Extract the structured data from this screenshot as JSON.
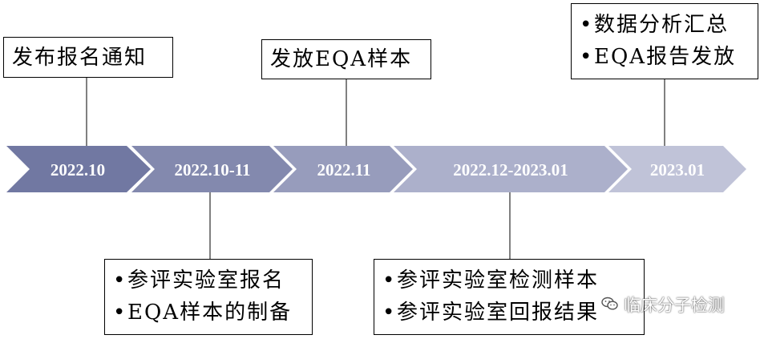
{
  "colors": {
    "arrow_fills": [
      "#7178a2",
      "#8389ae",
      "#979cbc",
      "#acb0cb",
      "#c0c3d8"
    ],
    "arrow_text": "#ffffff",
    "connector": "#000000"
  },
  "timeline": [
    {
      "label": "2022.10"
    },
    {
      "label": "2022.10-11"
    },
    {
      "label": "2022.11"
    },
    {
      "label": "2022.12-2023.01"
    },
    {
      "label": "2023.01"
    }
  ],
  "boxes": {
    "publish_notice": {
      "lines": [
        "发布报名通知"
      ]
    },
    "send_samples": {
      "lines": [
        "发放EQA样本"
      ]
    },
    "summary": {
      "lines": [
        "数据分析汇总",
        "EQA报告发放"
      ],
      "bullet": "•"
    },
    "register": {
      "lines": [
        "参评实验室报名",
        "EQA样本的制备"
      ],
      "bullet": "•"
    },
    "testing": {
      "lines": [
        "参评实验室检测样本",
        "参评实验室回报结果"
      ],
      "bullet": "•"
    }
  },
  "watermark": {
    "icon": "wechat-icon",
    "text": "临床分子检测"
  }
}
